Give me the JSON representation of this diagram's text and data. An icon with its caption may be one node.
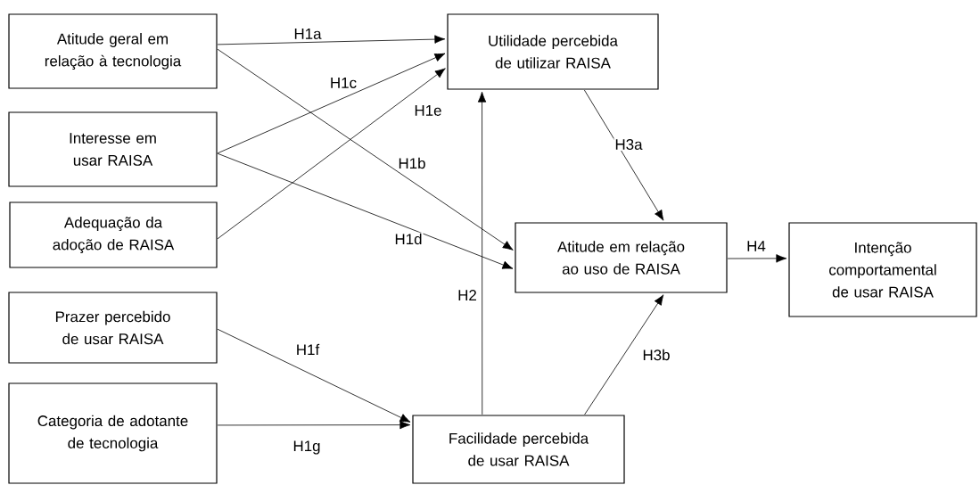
{
  "diagram": {
    "nodes": [
      {
        "text": [
          "Atitude geral em relação à tecnologia"
        ]
      },
      {
        "text": [
          "Interesse em usar RAISA"
        ]
      },
      {
        "text": [
          "Adequação da adoção de RAISA"
        ]
      },
      {
        "text": [
          "Prazer percebido de usar RAISA"
        ]
      },
      {
        "text": [
          "Categoria de adotante de tecnologia"
        ]
      },
      {
        "text": [
          "Utilidade percebida de utilizar RAISA"
        ]
      },
      {
        "text": [
          "Atitude em relação ao uso de RAISA"
        ]
      },
      {
        "text": [
          "Intenção comportamental de usar RAISA"
        ]
      },
      {
        "text": [
          "Facilidade percebida de usar RAISA"
        ]
      }
    ],
    "edges": [
      {
        "from": 0,
        "to": 5,
        "arrow": "to",
        "label": "H1a"
      },
      {
        "from": 0,
        "to": 6,
        "arrow": "to",
        "label": "H1b"
      },
      {
        "from": 1,
        "to": 5,
        "arrow": "to",
        "label": "H1c"
      },
      {
        "from": 1,
        "to": 6,
        "arrow": "to",
        "label": "H1d"
      },
      {
        "from": 2,
        "to": 5,
        "arrow": "to",
        "label": "H1e"
      },
      {
        "from": 3,
        "to": 8,
        "arrow": "to",
        "label": "H1f"
      },
      {
        "from": 4,
        "to": 8,
        "arrow": "to",
        "label": "H1g"
      },
      {
        "from": 8,
        "to": 5,
        "arrow": "to",
        "label": "H2"
      },
      {
        "from": 5,
        "to": 6,
        "arrow": "to",
        "label": "H3a"
      },
      {
        "from": 8,
        "to": 6,
        "arrow": "to",
        "label": "H3b"
      },
      {
        "from": 6,
        "to": 7,
        "arrow": "to",
        "label": "H4"
      }
    ]
  }
}
